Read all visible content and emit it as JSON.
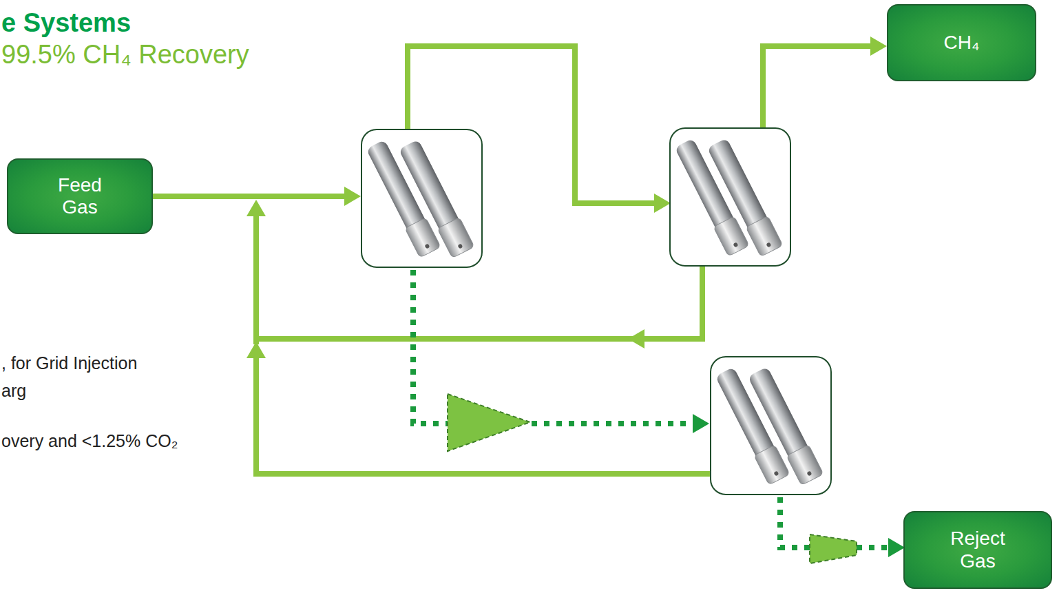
{
  "diagram": {
    "title": "e Systems",
    "nodes": [
      {
        "text": [
          "Feed Gas"
        ]
      },
      {
        "text": [
          "CH₄"
        ]
      },
      {
        "text": [
          "Reject Gas"
        ]
      }
    ],
    "labels": [
      "99.5% CH₄ Recovery",
      ", for Grid Injection",
      "arg",
      "overy and <1.25% CO₂"
    ]
  }
}
